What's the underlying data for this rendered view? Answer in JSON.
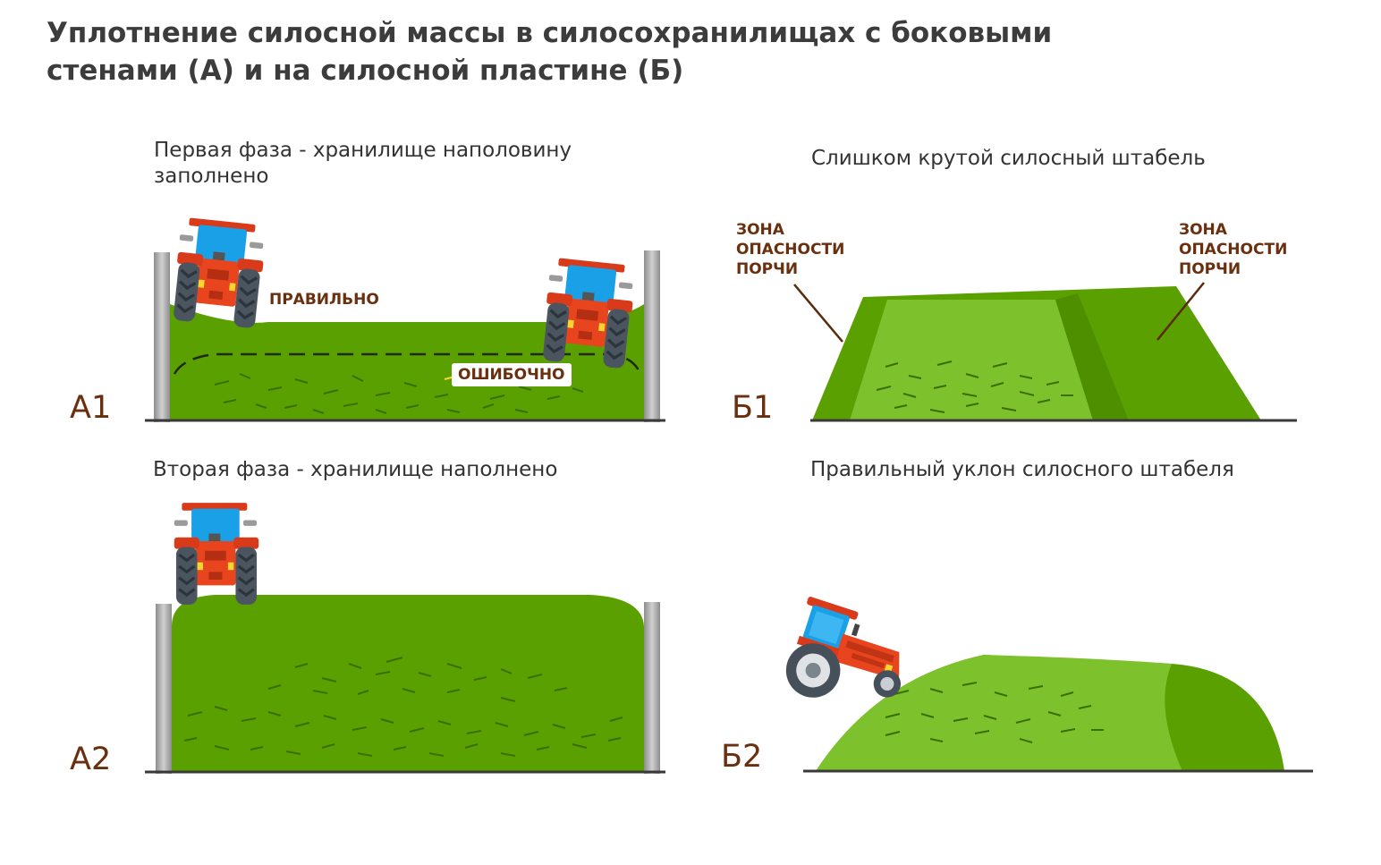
{
  "title": {
    "line1": "Уплотнение силосной массы в силосохранилищах с боковыми",
    "line2": "стенами (А) и на силосной пластине (Б)"
  },
  "panels": {
    "a1": {
      "label": "А1",
      "caption_line1": "Первая фаза - хранилище наполовину",
      "caption_line2": "заполнено",
      "correct_note": "ПРАВИЛЬНО",
      "wrong_note": "ОШИБОЧНО"
    },
    "a2": {
      "label": "А2",
      "caption": "Вторая фаза - хранилище наполнено"
    },
    "b1": {
      "label": "Б1",
      "caption": "Слишком крутой силосный штабель",
      "danger_left": [
        "ЗОНА",
        "ОПАСНОСТИ",
        "ПОРЧИ"
      ],
      "danger_right": [
        "ЗОНА",
        "ОПАСНОСТИ",
        "ПОРЧИ"
      ]
    },
    "b2": {
      "label": "Б2",
      "caption": "Правильный уклон силосного штабеля"
    }
  },
  "colors": {
    "silage_dark": "#5aa000",
    "silage_light": "#7dc22c",
    "tractor_body": "#e8451f",
    "tractor_cab": "#1aa0e6",
    "label_brown": "#6a2f0e",
    "ground": "#3a3a3a"
  },
  "icons": [
    "tractor-icon",
    "silo-wall-icon"
  ]
}
